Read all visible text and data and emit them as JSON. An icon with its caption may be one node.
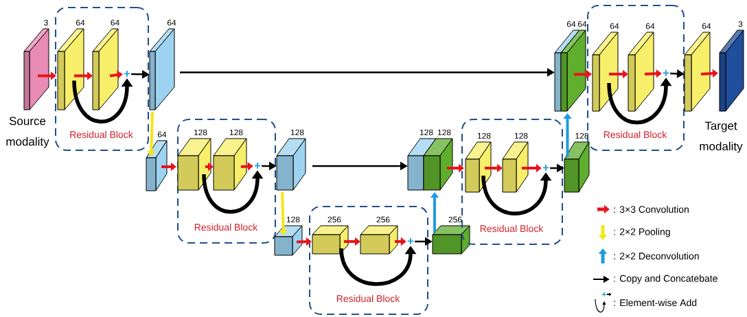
{
  "diagram": {
    "nodes": [
      {
        "text": [
          "3"
        ],
        "beside": [
          "Source modality"
        ]
      },
      {
        "text": [
          "Residual Block"
        ]
      },
      {
        "text": [
          "64"
        ],
        "in": 1
      },
      {
        "text": [
          "64"
        ],
        "in": 1
      },
      {
        "text": [
          "+"
        ],
        "in": 1
      },
      {
        "text": [
          "64"
        ]
      },
      {
        "text": [
          "64"
        ]
      },
      {
        "text": [
          "Residual Block"
        ]
      },
      {
        "text": [
          "128"
        ],
        "in": 7
      },
      {
        "text": [
          "128"
        ],
        "in": 7
      },
      {
        "text": [
          "+"
        ],
        "in": 7
      },
      {
        "text": [
          "128"
        ]
      },
      {
        "text": [
          "128"
        ]
      },
      {
        "text": [
          "128"
        ]
      },
      {
        "text": [
          "128"
        ]
      },
      {
        "text": [
          "Residual Block"
        ]
      },
      {
        "text": [
          "256"
        ],
        "in": 15
      },
      {
        "text": [
          "256"
        ],
        "in": 15
      },
      {
        "text": [
          "+"
        ],
        "in": 15
      },
      {
        "text": [
          "256"
        ]
      },
      {
        "text": [
          "Residual Block"
        ]
      },
      {
        "text": [
          "128"
        ],
        "in": 20
      },
      {
        "text": [
          "128"
        ],
        "in": 20
      },
      {
        "text": [
          "+"
        ],
        "in": 20
      },
      {
        "text": [
          "128"
        ]
      },
      {
        "text": [
          "64"
        ]
      },
      {
        "text": [
          "64"
        ]
      },
      {
        "text": [
          "Residual Block"
        ]
      },
      {
        "text": [
          "64"
        ],
        "in": 27
      },
      {
        "text": [
          "64"
        ],
        "in": 27
      },
      {
        "text": [
          "+"
        ],
        "in": 27
      },
      {
        "text": [
          "64"
        ]
      },
      {
        "text": [
          "3"
        ],
        "beside": [
          "Target modality"
        ]
      }
    ],
    "edges": [
      {
        "from": 0,
        "to": 2,
        "arrow": "to",
        "color": "#e8141c"
      },
      {
        "from": 2,
        "to": 3,
        "arrow": "to",
        "color": "#e8141c"
      },
      {
        "from": 3,
        "to": 4,
        "arrow": "to",
        "color": "#e8141c"
      },
      {
        "from": 2,
        "to": 4,
        "arrow": "to",
        "color": "#000000"
      },
      {
        "from": 4,
        "to": 5,
        "arrow": "to",
        "color": "#000000"
      },
      {
        "from": 5,
        "to": 6,
        "arrow": "to",
        "color": "#f5e61a"
      },
      {
        "from": 5,
        "to": 25,
        "arrow": "to",
        "color": "#000000"
      },
      {
        "from": 6,
        "to": 8,
        "arrow": "to",
        "color": "#e8141c"
      },
      {
        "from": 8,
        "to": 9,
        "arrow": "to",
        "color": "#e8141c"
      },
      {
        "from": 9,
        "to": 10,
        "arrow": "to",
        "color": "#e8141c"
      },
      {
        "from": 8,
        "to": 10,
        "arrow": "to",
        "color": "#000000"
      },
      {
        "from": 10,
        "to": 11,
        "arrow": "to",
        "color": "#000000"
      },
      {
        "from": 11,
        "to": 14,
        "arrow": "to",
        "color": "#f5e61a"
      },
      {
        "from": 11,
        "to": 12,
        "arrow": "to",
        "color": "#000000"
      },
      {
        "from": 14,
        "to": 16,
        "arrow": "to",
        "color": "#e8141c"
      },
      {
        "from": 16,
        "to": 17,
        "arrow": "to",
        "color": "#e8141c"
      },
      {
        "from": 17,
        "to": 18,
        "arrow": "to",
        "color": "#e8141c"
      },
      {
        "from": 16,
        "to": 18,
        "arrow": "to",
        "color": "#000000"
      },
      {
        "from": 18,
        "to": 19,
        "arrow": "to",
        "color": "#000000"
      },
      {
        "from": 19,
        "to": 13,
        "arrow": "to",
        "color": "#1e9be0"
      },
      {
        "from": 13,
        "to": 21,
        "arrow": "to",
        "color": "#e8141c"
      },
      {
        "from": 21,
        "to": 22,
        "arrow": "to",
        "color": "#e8141c"
      },
      {
        "from": 22,
        "to": 23,
        "arrow": "to",
        "color": "#e8141c"
      },
      {
        "from": 21,
        "to": 23,
        "arrow": "to",
        "color": "#000000"
      },
      {
        "from": 23,
        "to": 24,
        "arrow": "to",
        "color": "#000000"
      },
      {
        "from": 24,
        "to": 26,
        "arrow": "to",
        "color": "#1e9be0"
      },
      {
        "from": 26,
        "to": 28,
        "arrow": "to",
        "color": "#e8141c"
      },
      {
        "from": 28,
        "to": 29,
        "arrow": "to",
        "color": "#e8141c"
      },
      {
        "from": 29,
        "to": 30,
        "arrow": "to",
        "color": "#e8141c"
      },
      {
        "from": 28,
        "to": 30,
        "arrow": "to",
        "color": "#000000"
      },
      {
        "from": 30,
        "to": 31,
        "arrow": "to",
        "color": "#000000"
      },
      {
        "from": 31,
        "to": 32,
        "arrow": "to",
        "color": "#e8141c"
      }
    ],
    "legend": [
      {
        "text": ": 3×3 Convolution"
      },
      {
        "text": ": 2×2 Pooling"
      },
      {
        "text": ": 2×2 Deconvolution"
      },
      {
        "text": ": Copy and Concatebate"
      },
      {
        "text": ": Element-wise Add"
      }
    ]
  }
}
